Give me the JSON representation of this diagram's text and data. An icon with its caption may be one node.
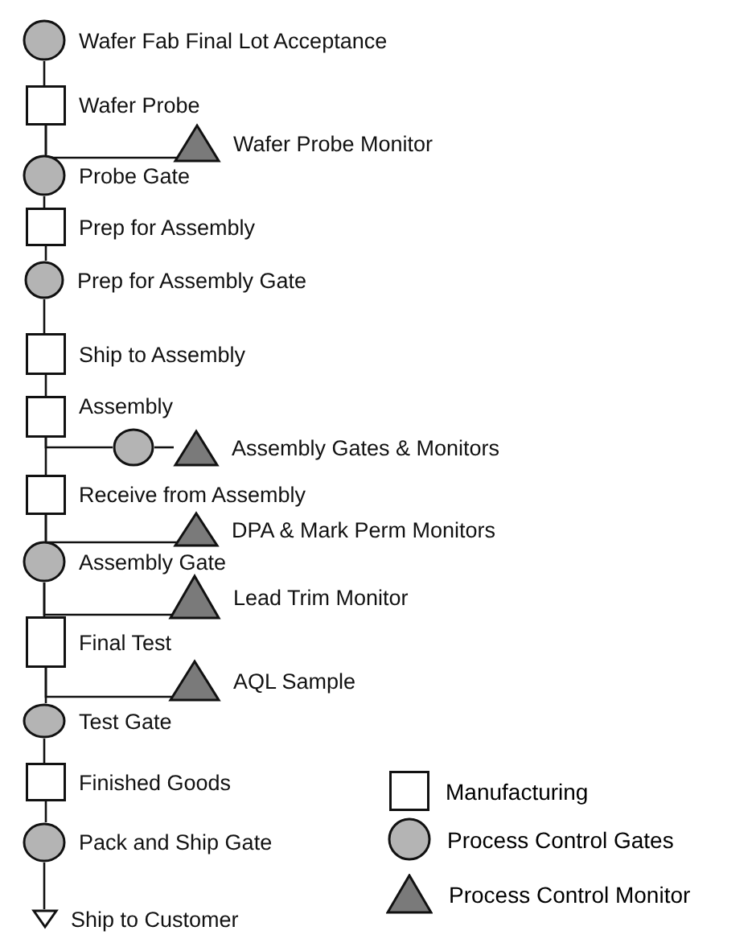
{
  "diagram": {
    "nodes": [
      {
        "text": [],
        "shape": "circle",
        "beside": [
          "Wafer Fab Final Lot Acceptance"
        ]
      },
      {
        "text": [],
        "shape": "box",
        "beside": [
          "Wafer Probe"
        ]
      },
      {
        "text": [],
        "shape": "triangle",
        "beside": [
          "Wafer Probe Monitor"
        ]
      },
      {
        "text": [],
        "shape": "circle",
        "beside": [
          "Probe Gate"
        ]
      },
      {
        "text": [],
        "shape": "box",
        "beside": [
          "Prep for Assembly"
        ]
      },
      {
        "text": [],
        "shape": "circle",
        "beside": [
          "Prep for Assembly Gate"
        ]
      },
      {
        "text": [],
        "shape": "box",
        "beside": [
          "Ship to Assembly"
        ]
      },
      {
        "text": [],
        "shape": "box",
        "beside": [
          "Assembly"
        ]
      },
      {
        "text": [],
        "shape": "circle"
      },
      {
        "text": [],
        "shape": "triangle",
        "beside": [
          "Assembly Gates & Monitors"
        ]
      },
      {
        "text": [],
        "shape": "box",
        "beside": [
          "Receive from Assembly"
        ]
      },
      {
        "text": [],
        "shape": "triangle",
        "beside": [
          "DPA & Mark Perm Monitors"
        ]
      },
      {
        "text": [],
        "shape": "circle",
        "beside": [
          "Assembly Gate"
        ]
      },
      {
        "text": [],
        "shape": "triangle",
        "beside": [
          "Lead Trim Monitor"
        ]
      },
      {
        "text": [],
        "shape": "box",
        "beside": [
          "Final Test"
        ]
      },
      {
        "text": [],
        "shape": "triangle",
        "beside": [
          "AQL Sample"
        ]
      },
      {
        "text": [],
        "shape": "circle",
        "beside": [
          "Test Gate"
        ]
      },
      {
        "text": [],
        "shape": "box",
        "beside": [
          "Finished Goods"
        ]
      },
      {
        "text": [],
        "shape": "circle",
        "beside": [
          "Pack and Ship Gate"
        ]
      },
      {
        "text": [],
        "shape": "triangle",
        "beside": [
          "Ship to Customer"
        ]
      }
    ],
    "edges": [
      {
        "from": 0,
        "to": 1,
        "arrow": "none"
      },
      {
        "from": 1,
        "to": 3,
        "arrow": "none"
      },
      {
        "from": 1,
        "to": 2,
        "arrow": "none"
      },
      {
        "from": 3,
        "to": 4,
        "arrow": "none"
      },
      {
        "from": 4,
        "to": 5,
        "arrow": "none"
      },
      {
        "from": 5,
        "to": 6,
        "arrow": "none"
      },
      {
        "from": 6,
        "to": 7,
        "arrow": "none"
      },
      {
        "from": 7,
        "to": 10,
        "arrow": "none"
      },
      {
        "from": 7,
        "to": 8,
        "arrow": "none"
      },
      {
        "from": 8,
        "to": 9,
        "arrow": "none"
      },
      {
        "from": 10,
        "to": 12,
        "arrow": "none"
      },
      {
        "from": 10,
        "to": 11,
        "arrow": "none"
      },
      {
        "from": 12,
        "to": 14,
        "arrow": "none"
      },
      {
        "from": 12,
        "to": 13,
        "arrow": "none"
      },
      {
        "from": 14,
        "to": 16,
        "arrow": "none"
      },
      {
        "from": 14,
        "to": 15,
        "arrow": "none"
      },
      {
        "from": 16,
        "to": 17,
        "arrow": "none"
      },
      {
        "from": 17,
        "to": 18,
        "arrow": "none"
      },
      {
        "from": 18,
        "to": 19,
        "arrow": "none"
      }
    ],
    "legend": [
      {
        "text": "Manufacturing"
      },
      {
        "text": "Process Control Gates"
      },
      {
        "text": "Process Control Monitor"
      }
    ]
  }
}
